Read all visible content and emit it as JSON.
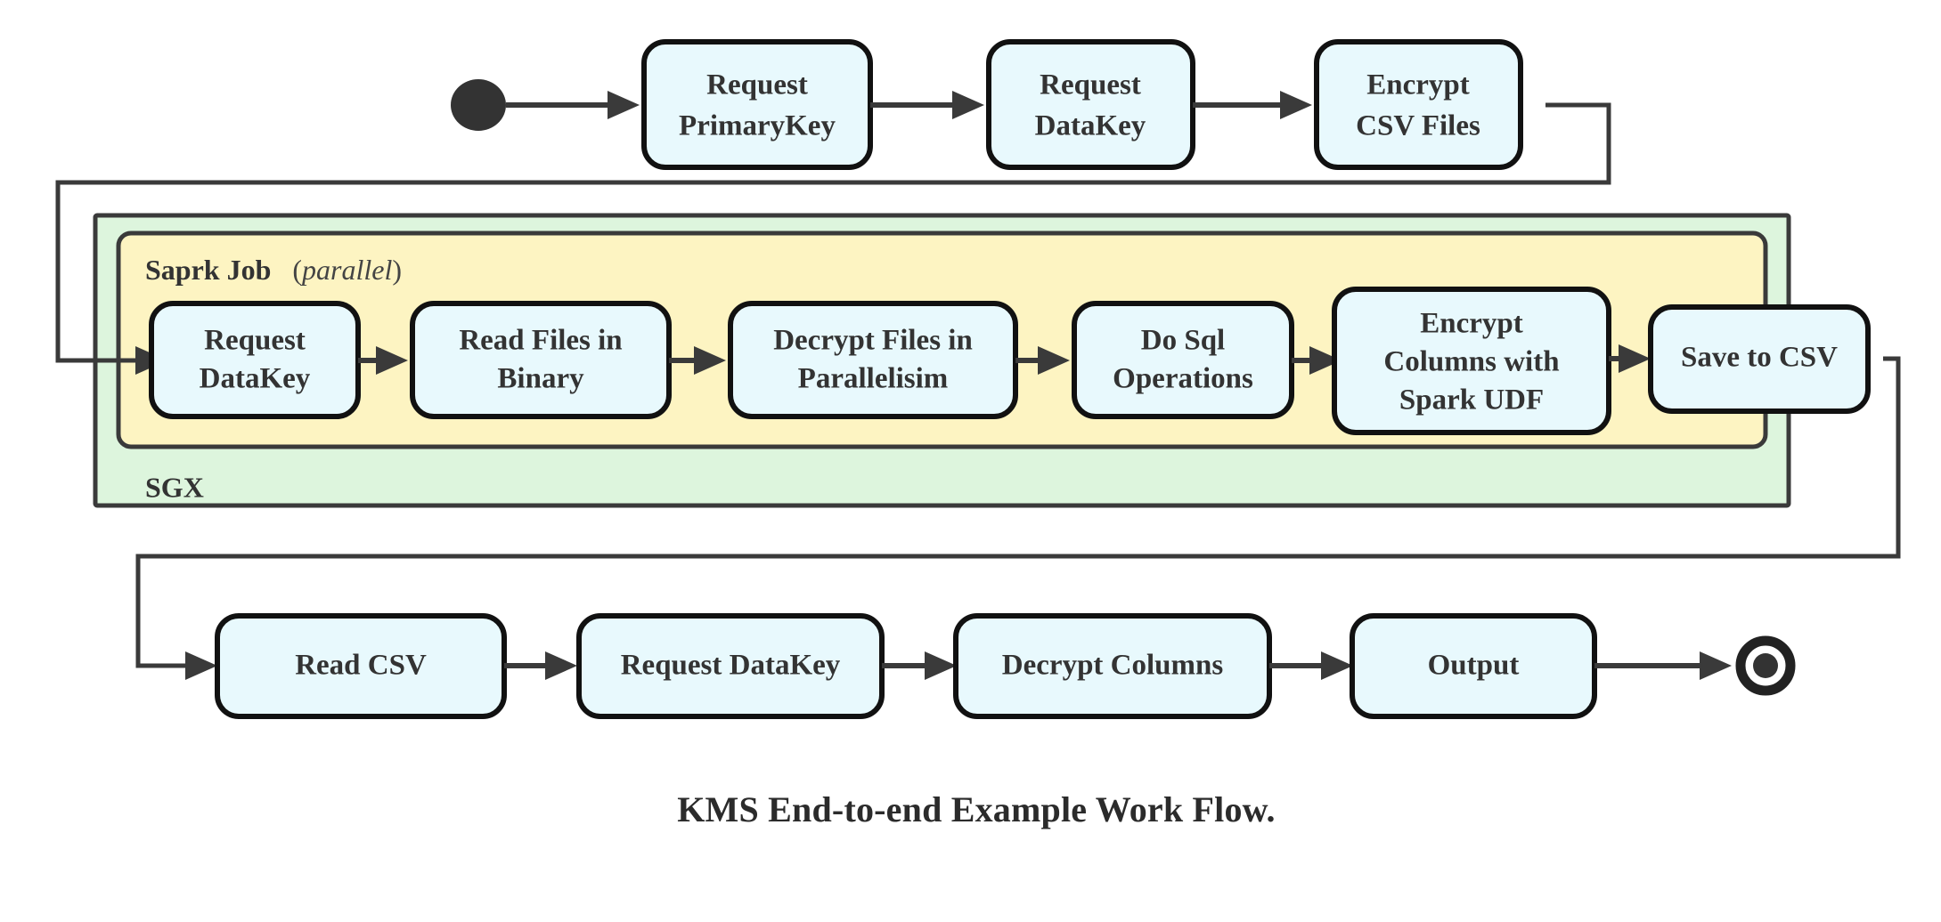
{
  "diagram": {
    "caption": "KMS End-to-end Example Work Flow.",
    "colors": {
      "node_fill": "#e8f9fd",
      "node_stroke": "#111111",
      "sgx_fill": "#ddf5dd",
      "spark_fill": "#fdf4c2",
      "line": "#3a3a3a",
      "text": "#333333",
      "background": "#ffffff"
    },
    "markers": {
      "start_label": "start-node",
      "end_label": "end-node"
    },
    "containers": [
      {
        "id": "sgx",
        "label": "SGX",
        "label_modifier": "",
        "fill": "#ddf5dd"
      },
      {
        "id": "spark-job",
        "label": "Saprk Job",
        "label_modifier": "parallel",
        "fill": "#fdf4c2"
      }
    ],
    "rows": [
      {
        "id": "top-row",
        "nodes": [
          {
            "id": "request-primarykey",
            "lines": [
              "Request",
              "PrimaryKey"
            ]
          },
          {
            "id": "request-datakey-top",
            "lines": [
              "Request",
              "DataKey"
            ]
          },
          {
            "id": "encrypt-csv-files",
            "lines": [
              "Encrypt",
              "CSV Files"
            ]
          }
        ]
      },
      {
        "id": "spark-row",
        "nodes": [
          {
            "id": "request-datakey-spark",
            "lines": [
              "Request",
              "DataKey"
            ]
          },
          {
            "id": "read-files-in-binary",
            "lines": [
              "Read Files in",
              "Binary"
            ]
          },
          {
            "id": "decrypt-files-in-parallelisim",
            "lines": [
              "Decrypt Files in",
              "Parallelisim"
            ]
          },
          {
            "id": "do-sql-operations",
            "lines": [
              "Do Sql",
              "Operations"
            ]
          },
          {
            "id": "encrypt-columns-with-spark-udf",
            "lines": [
              "Encrypt",
              "Columns with",
              "Spark UDF"
            ]
          },
          {
            "id": "save-to-csv",
            "lines": [
              "Save to CSV"
            ]
          }
        ]
      },
      {
        "id": "bottom-row",
        "nodes": [
          {
            "id": "read-csv",
            "lines": [
              "Read CSV"
            ]
          },
          {
            "id": "request-datakey-bottom",
            "lines": [
              "Request DataKey"
            ]
          },
          {
            "id": "decrypt-columns",
            "lines": [
              "Decrypt Columns"
            ]
          },
          {
            "id": "output",
            "lines": [
              "Output"
            ]
          }
        ]
      }
    ]
  }
}
